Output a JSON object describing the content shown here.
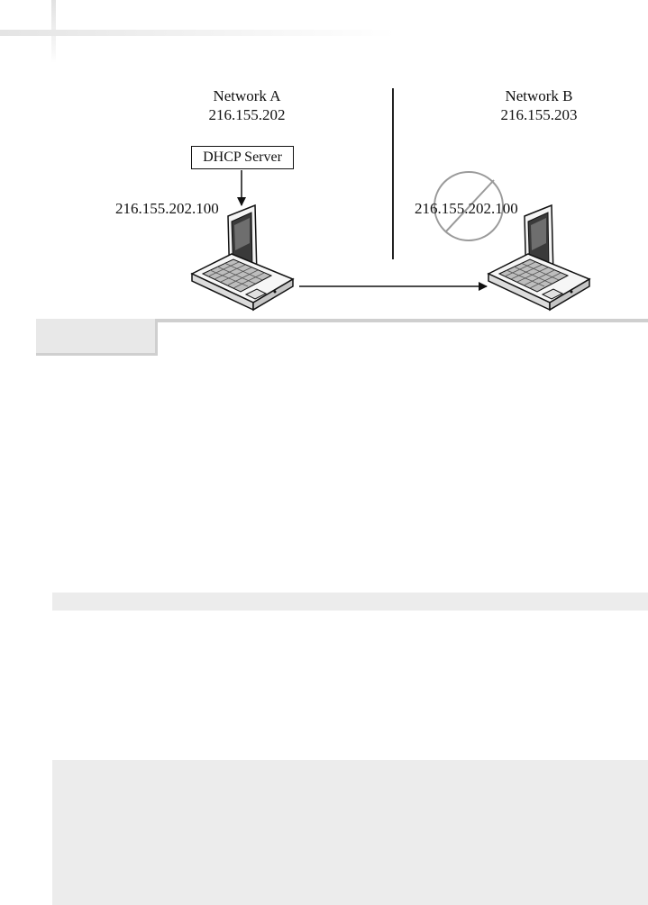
{
  "diagram": {
    "network_a": {
      "name": "Network A",
      "subnet": "216.155.202"
    },
    "network_b": {
      "name": "Network B",
      "subnet": "216.155.203"
    },
    "dhcp_server_label": "DHCP Server",
    "laptop_a_ip": "216.155.202.100",
    "laptop_b_ip": "216.155.202.100"
  },
  "icons": {
    "laptop": "laptop-icon",
    "prohibited": "no-sign-icon"
  },
  "colors": {
    "ink": "#111111",
    "prohibit_gray": "#9a9a9a",
    "shade": "#ececec"
  }
}
